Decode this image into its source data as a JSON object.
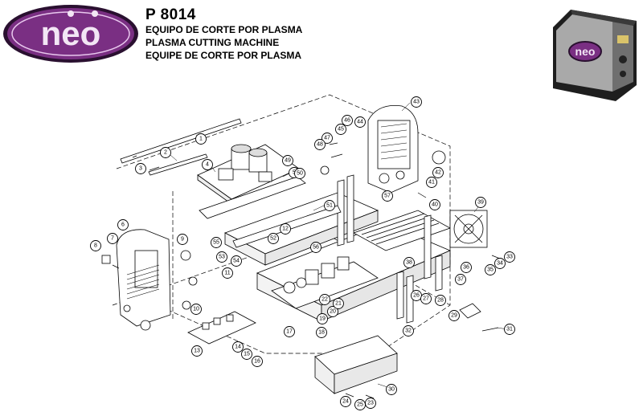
{
  "header": {
    "logo_text": "neo",
    "model": "P 8014",
    "descriptions": [
      "EQUIPO DE CORTE POR PLASMA",
      "PLASMA CUTTING MACHINE",
      "EQUIPE DE CORTE POR PLASMA"
    ]
  },
  "product_image": {
    "badge_text": "neo"
  },
  "colors": {
    "logo_fill": "#7a2f83",
    "logo_ring": "#2a1030",
    "product_body": "#9a9a9a"
  },
  "callouts": [
    "1",
    "2",
    "3",
    "4",
    "5",
    "6",
    "7",
    "8",
    "9",
    "10",
    "11",
    "12",
    "13",
    "14",
    "15",
    "16",
    "17",
    "18",
    "19",
    "20",
    "21",
    "22",
    "23",
    "24",
    "25",
    "26",
    "27",
    "28",
    "29",
    "30",
    "31",
    "32",
    "33",
    "34",
    "35",
    "36",
    "37",
    "38",
    "39",
    "40",
    "41",
    "42",
    "43",
    "44",
    "45",
    "46",
    "47",
    "48",
    "49",
    "50",
    "51",
    "52",
    "53",
    "54",
    "55",
    "56",
    "57"
  ]
}
